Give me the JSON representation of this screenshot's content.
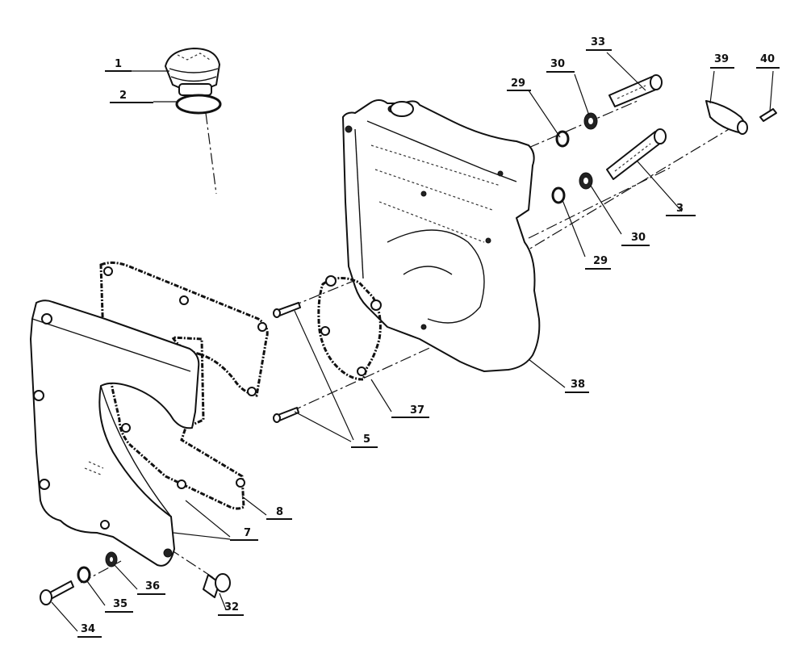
{
  "callouts": [
    {
      "id": "c1",
      "text": "1"
    },
    {
      "id": "c2",
      "text": "2"
    },
    {
      "id": "c29a",
      "text": "29"
    },
    {
      "id": "c30a",
      "text": "30"
    },
    {
      "id": "c33",
      "text": "33"
    },
    {
      "id": "c39",
      "text": "39"
    },
    {
      "id": "c40",
      "text": "40"
    },
    {
      "id": "c3",
      "text": "3"
    },
    {
      "id": "c30b",
      "text": "30"
    },
    {
      "id": "c29b",
      "text": "29"
    },
    {
      "id": "c38",
      "text": "38"
    },
    {
      "id": "c37",
      "text": "37"
    },
    {
      "id": "c5",
      "text": "5"
    },
    {
      "id": "c8",
      "text": "8"
    },
    {
      "id": "c7",
      "text": "7"
    },
    {
      "id": "c36",
      "text": "36"
    },
    {
      "id": "c35",
      "text": "35"
    },
    {
      "id": "c32",
      "text": "32"
    },
    {
      "id": "c34",
      "text": "34"
    }
  ]
}
